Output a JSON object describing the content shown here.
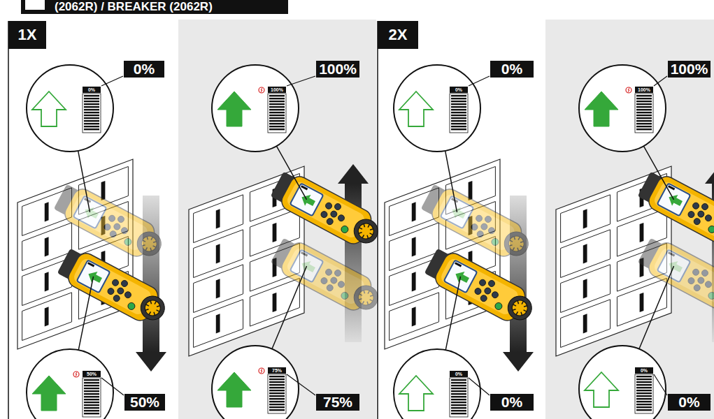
{
  "diagram": {
    "title": "(2062R) / BREAKER (2062R)",
    "labels": [
      "1X",
      "0%",
      "50%",
      "0%",
      "50%",
      "100%",
      "75%",
      "100%",
      "75%",
      "2X",
      "0%",
      "0%",
      "0%",
      "0%",
      "100%",
      "0%",
      "100%",
      "0%"
    ]
  }
}
